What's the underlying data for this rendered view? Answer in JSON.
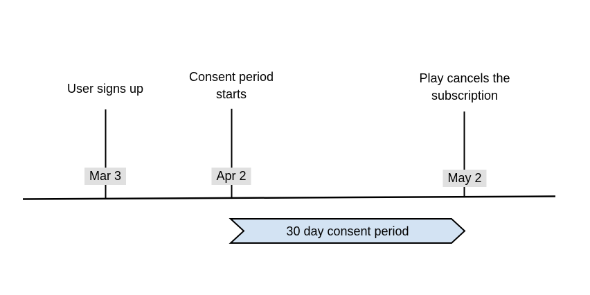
{
  "colors": {
    "background": "#ffffff",
    "text": "#000000",
    "line": "#000000",
    "date-badge-bg": "#e0e0e0",
    "arrow-fill": "#d3e3f3",
    "arrow-border": "#000000"
  },
  "timeline": {
    "events": [
      {
        "title": "User signs up",
        "date": "Mar 3"
      },
      {
        "title": "Consent period starts",
        "date": "Apr 2"
      },
      {
        "title": "Play cancels the subscription",
        "date": "May 2"
      }
    ],
    "period_arrow": {
      "label": "30 day consent period"
    }
  }
}
